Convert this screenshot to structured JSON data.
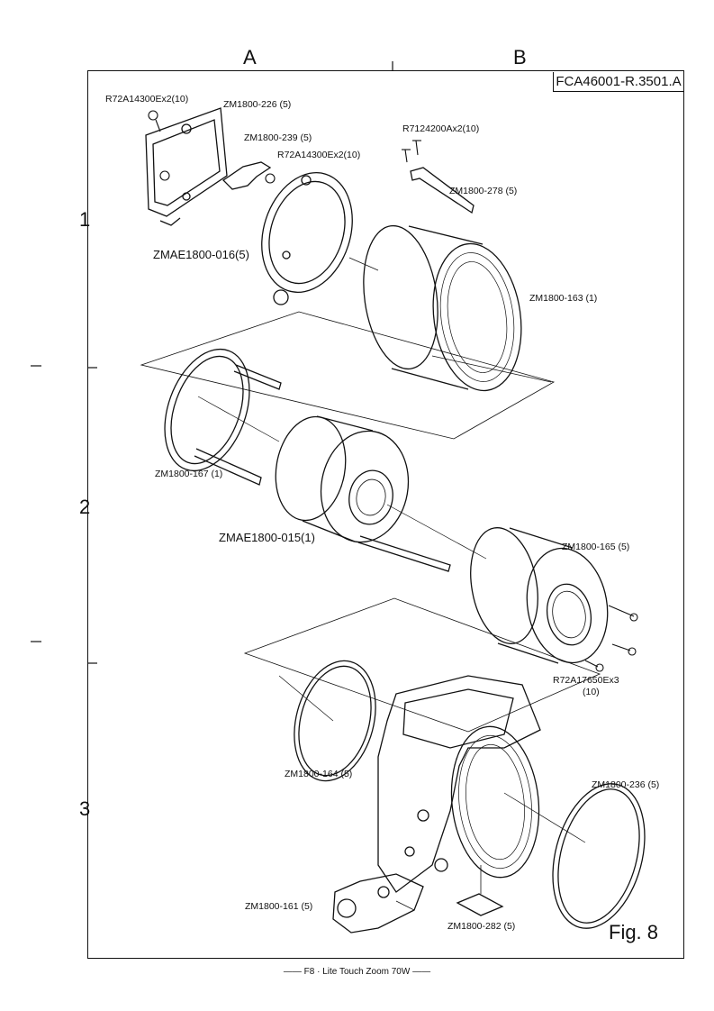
{
  "columns": [
    "A",
    "B"
  ],
  "rows": [
    "1",
    "2",
    "3"
  ],
  "doc_code": "FCA46001-R.3501.A",
  "figure_label": "Fig.  8",
  "footer": "—— F8 · Lite Touch Zoom 70W ——",
  "parts": {
    "screw_a1": "R72A14300Ex2(10)",
    "p226": "ZM1800-226 (5)",
    "p239": "ZM1800-239 (5)",
    "screw_a2": "R72A14300Ex2(10)",
    "screw_b": "R7124200Ax2(10)",
    "p278": "ZM1800-278 (5)",
    "asm016": "ZMAE1800-016(5)",
    "p163": "ZM1800-163 (1)",
    "p167": "ZM1800-167 (1)",
    "asm015": "ZMAE1800-015(1)",
    "p165": "ZM1800-165 (5)",
    "screw_c": "R72A17650Ex3",
    "screw_c_qty": "(10)",
    "p164": "ZM1800-164 (5)",
    "p236": "ZM1800-236 (5)",
    "p161": "ZM1800-161 (5)",
    "p282": "ZM1800-282 (5)"
  }
}
